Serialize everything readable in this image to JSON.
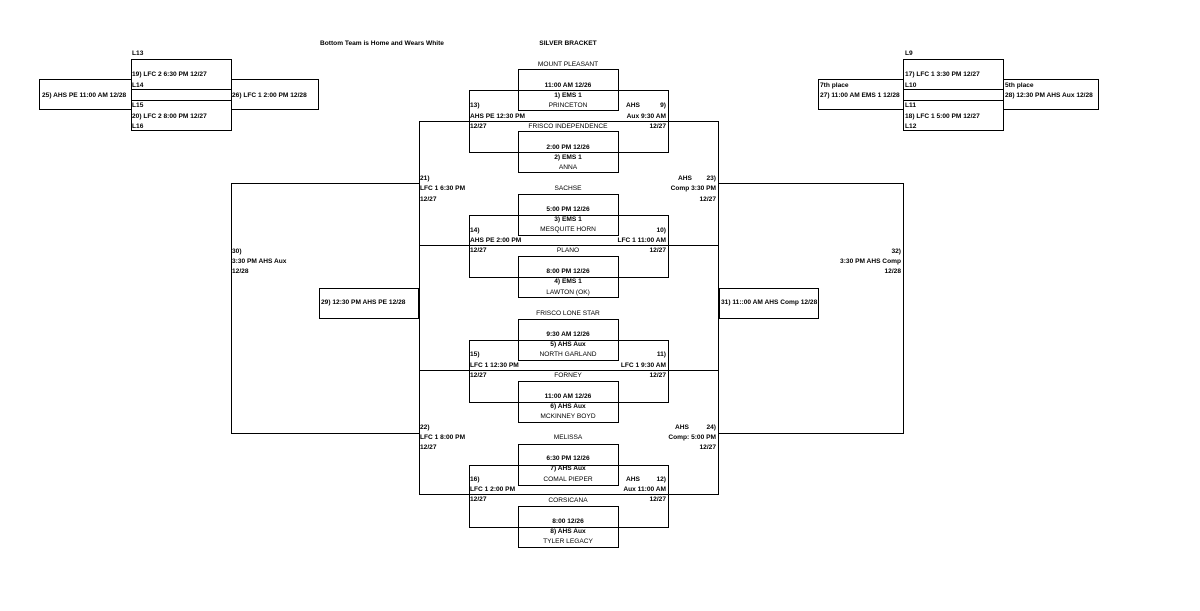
{
  "header": {
    "note": "Bottom Team is Home and Wears White",
    "title": "SILVER BRACKET"
  },
  "first_round": [
    {
      "top": "MOUNT PLEASANT",
      "time": "11:00 AM   12/26",
      "game": "1) EMS 1",
      "bottom": "PRINCETON"
    },
    {
      "top": "FRISCO INDEPENDENCE",
      "time": "2:00 PM   12/26",
      "game": "2) EMS 1",
      "bottom": "ANNA"
    },
    {
      "top": "SACHSE",
      "time": "5:00 PM   12/26",
      "game": "3) EMS 1",
      "bottom": "MESQUITE HORN"
    },
    {
      "top": "PLANO",
      "time": "8:00 PM   12/26",
      "game": "4) EMS 1",
      "bottom": "LAWTON (OK)"
    },
    {
      "top": "FRISCO LONE STAR",
      "time": "9:30 AM   12/26",
      "game": "5) AHS Aux",
      "bottom": "NORTH GARLAND"
    },
    {
      "top": "FORNEY",
      "time": "11:00 AM   12/26",
      "game": "6) AHS Aux",
      "bottom": "MCKINNEY BOYD"
    },
    {
      "top": "MELISSA",
      "time": "6:30 PM   12/26",
      "game": "7) AHS Aux",
      "bottom": "COMAL PIEPER"
    },
    {
      "top": "CORSICANA",
      "time": "8:00   12/26",
      "game": "8) AHS Aux",
      "bottom": "TYLER LEGACY"
    }
  ],
  "quarters": {
    "g13": {
      "num": "13)",
      "time": "AHS PE 12:30 PM",
      "date": "12/27"
    },
    "g14": {
      "num": "14)",
      "time": "AHS PE  2:00 PM",
      "date": "12/27"
    },
    "g15": {
      "num": "15)",
      "time": "LFC 1 12:30 PM",
      "date": "12/27"
    },
    "g16": {
      "num": "16)",
      "time": "LFC 1  2:00 PM",
      "date": "12/27"
    },
    "g9": {
      "site": "AHS",
      "num": "9)",
      "time": "Aux 9:30  AM",
      "date": "12/27"
    },
    "g10": {
      "num": "10)",
      "time": "LFC 1 11:00 AM",
      "date": "12/27"
    },
    "g11": {
      "num": "11)",
      "time": "LFC 1 9:30 AM",
      "date": "12/27"
    },
    "g12": {
      "site": "AHS",
      "num": "12)",
      "time": "Aux 11:00 AM",
      "date": "12/27"
    }
  },
  "semis": {
    "g21": {
      "num": "21)",
      "time": "LFC 1 6:30 PM",
      "date": "12/27"
    },
    "g22": {
      "num": "22)",
      "time": "LFC 1 8:00 PM",
      "date": "12/27"
    },
    "g23": {
      "site": "AHS",
      "num": "23)",
      "time": "Comp 3:30 PM",
      "date": "12/27"
    },
    "g24": {
      "site": "AHS",
      "num": "24)",
      "time": "Comp: 5:00 PM",
      "date": "12/27"
    }
  },
  "finals": {
    "g30": {
      "num": "30)",
      "time": "3:30 PM AHS Aux",
      "date": "12/28"
    },
    "g32": {
      "num": "32)",
      "time": "3:30 PM AHS Comp",
      "date": "12/28"
    },
    "g29": "29) 12:30 PM AHS PE   12/28",
    "g31": "31) 11::00 AM AHS Comp 12/28"
  },
  "consolation_left": {
    "l13": "L13",
    "g19": "19) LFC 2 6:30 PM   12/27",
    "l14": "L14",
    "l15": "L15",
    "g20": "20) LFC 2 8:00 PM   12/27",
    "l16": "L16",
    "g25": "25) AHS PE 11:00 AM   12/28",
    "g26": "26) LFC 1 2:00 PM    12/28"
  },
  "consolation_right": {
    "l9": "L9",
    "g17": "17) LFC 1 3:30 PM    12/27",
    "l10": "L10",
    "l11": "L11",
    "g18": "18) LFC 1 5:00 PM    12/27",
    "l12": "L12",
    "seventh_label": "7th place",
    "g27": "27) 11:00 AM EMS 1  12/28",
    "fifth_label": "5th place",
    "g28": "28) 12:30 PM  AHS Aux  12/28"
  }
}
